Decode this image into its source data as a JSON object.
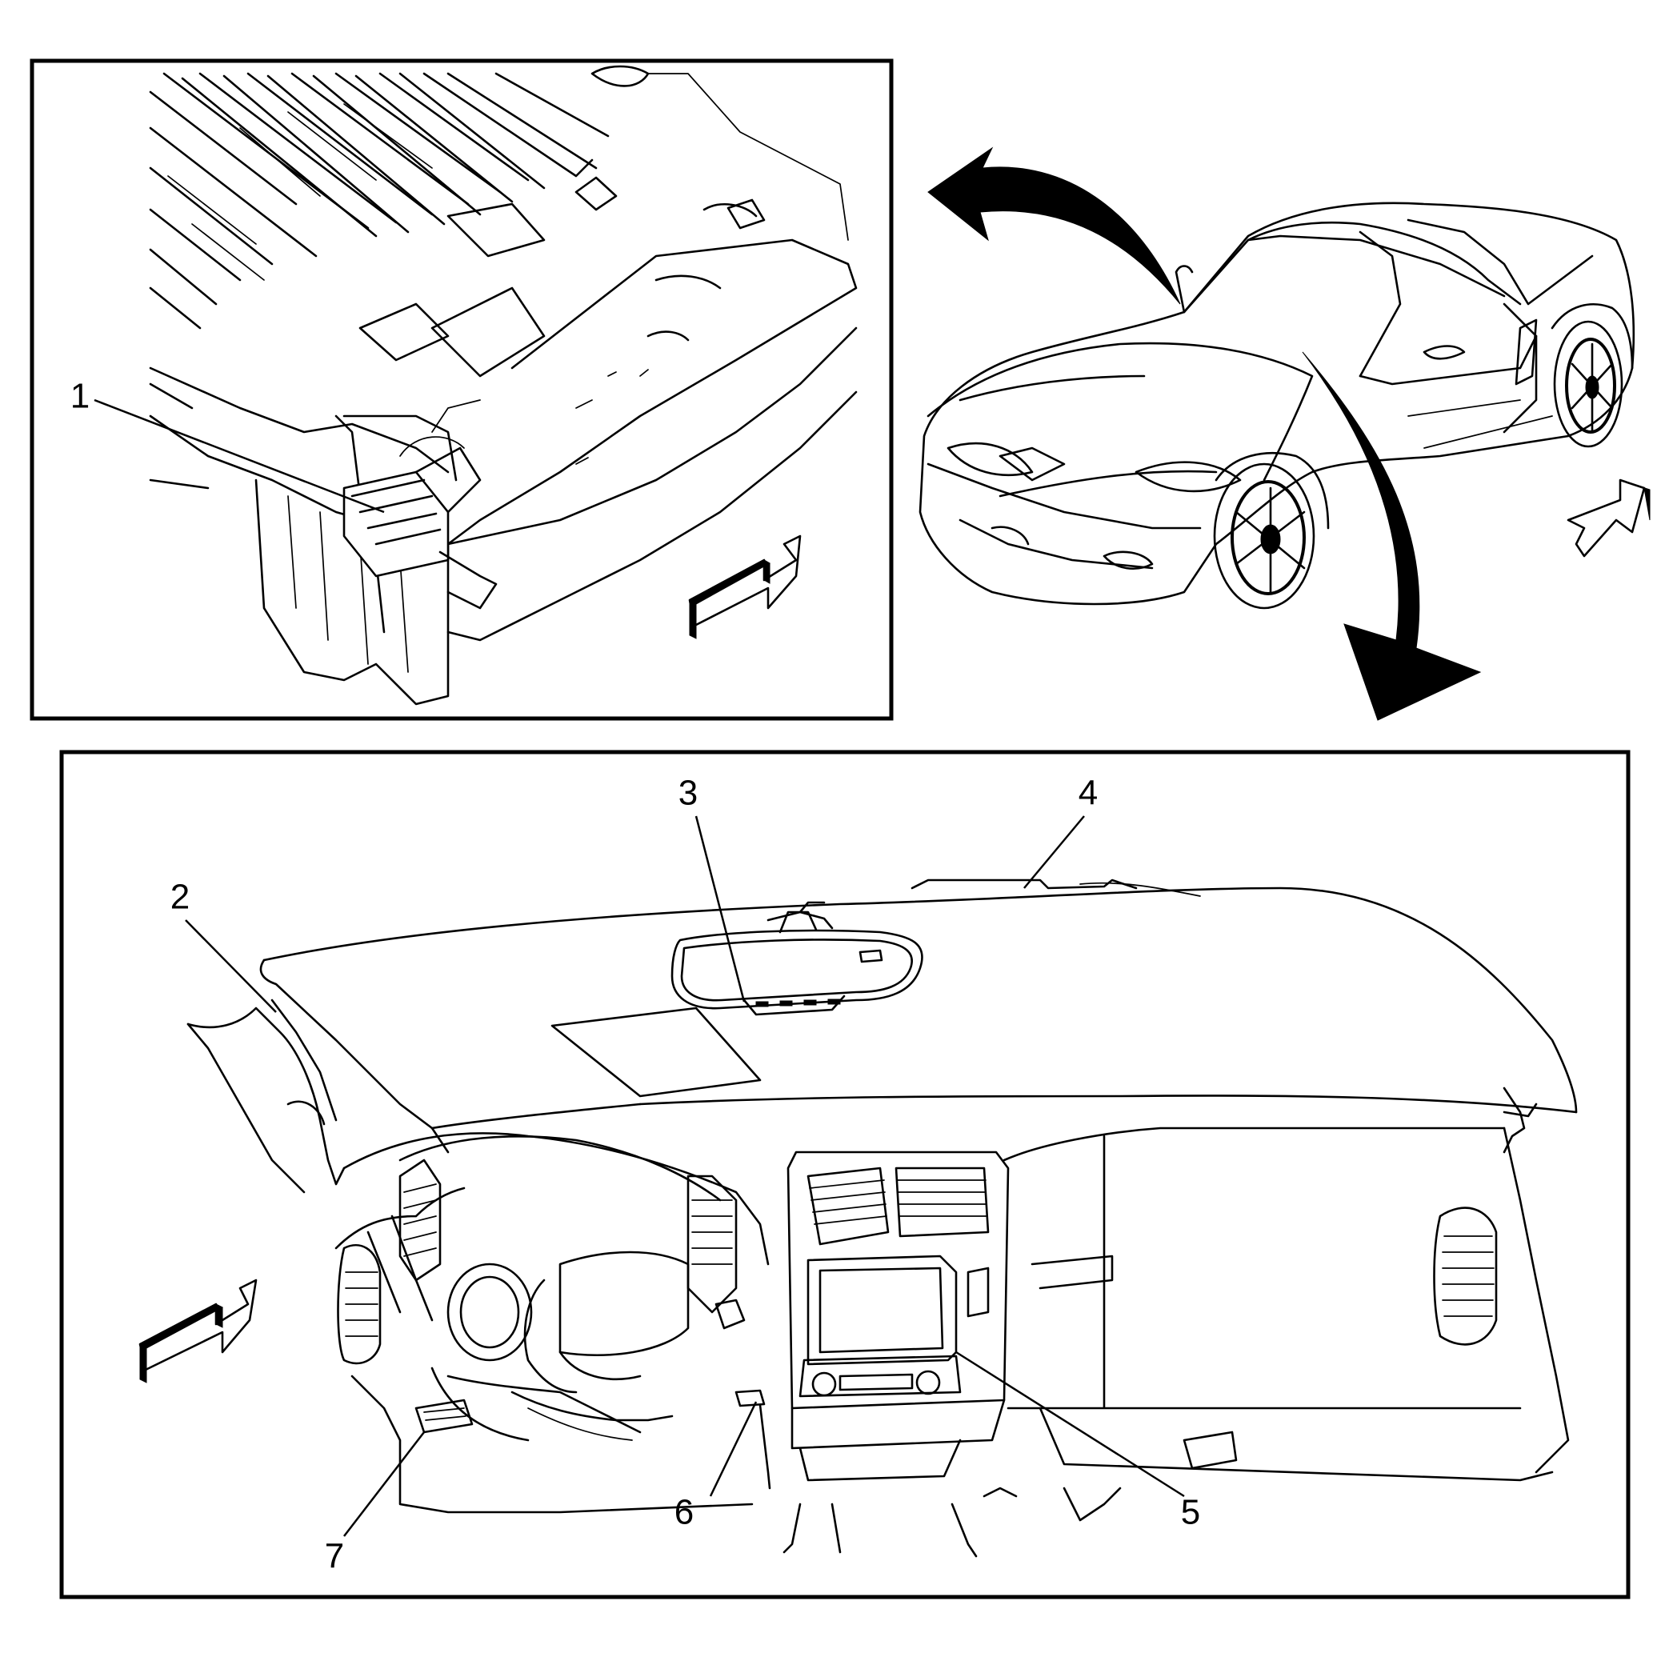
{
  "callouts": {
    "c1": "1",
    "c2": "2",
    "c3": "3",
    "c4": "4",
    "c5": "5",
    "c6": "6",
    "c7": "7"
  },
  "icons": {
    "front_arrow": "front-direction-arrow-icon",
    "rotate_arrows": "view-rotation-arrows-icon"
  }
}
